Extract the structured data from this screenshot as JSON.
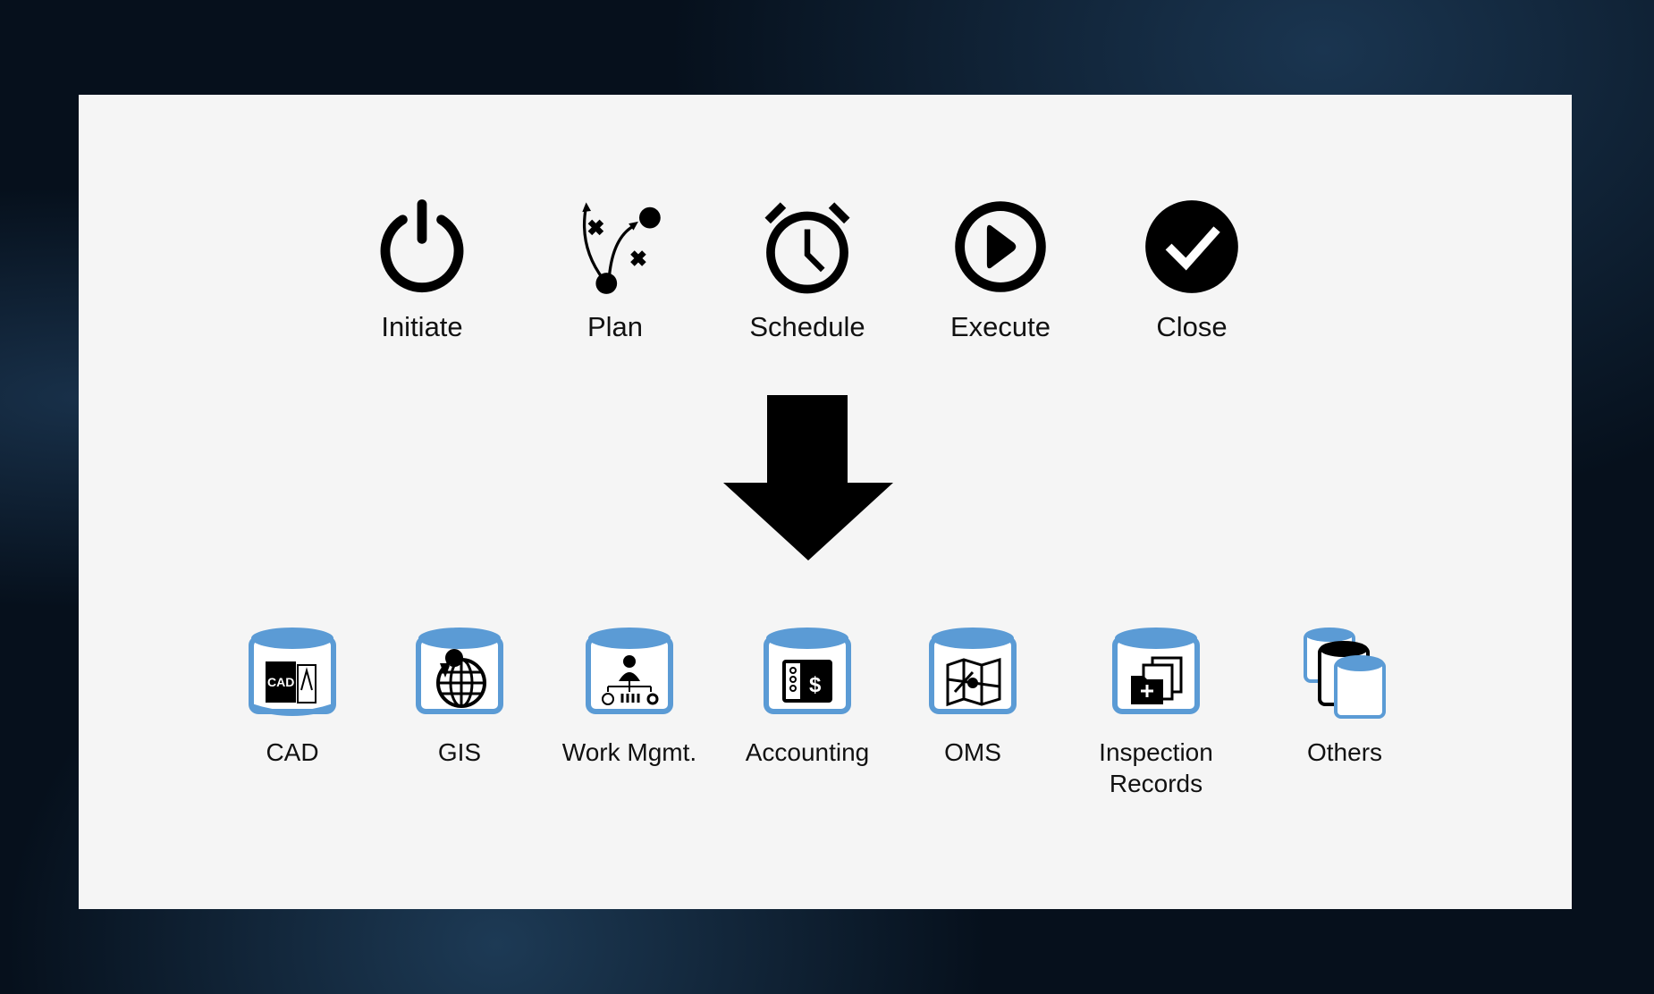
{
  "steps": [
    {
      "label": "Initiate",
      "icon": "power-icon"
    },
    {
      "label": "Plan",
      "icon": "strategy-icon"
    },
    {
      "label": "Schedule",
      "icon": "alarm-clock-icon"
    },
    {
      "label": "Execute",
      "icon": "play-icon"
    },
    {
      "label": "Close",
      "icon": "check-circle-icon"
    }
  ],
  "systems": [
    {
      "label": "CAD",
      "icon_text": "CAD"
    },
    {
      "label": "GIS"
    },
    {
      "label": "Work Mgmt."
    },
    {
      "label": "Accounting",
      "icon_text": "$"
    },
    {
      "label": "OMS"
    },
    {
      "label": "Inspection Records"
    },
    {
      "label": "Others"
    }
  ],
  "colors": {
    "cylinder": "#5b9bd5",
    "panel": "#f5f5f5",
    "icon": "#000000"
  }
}
